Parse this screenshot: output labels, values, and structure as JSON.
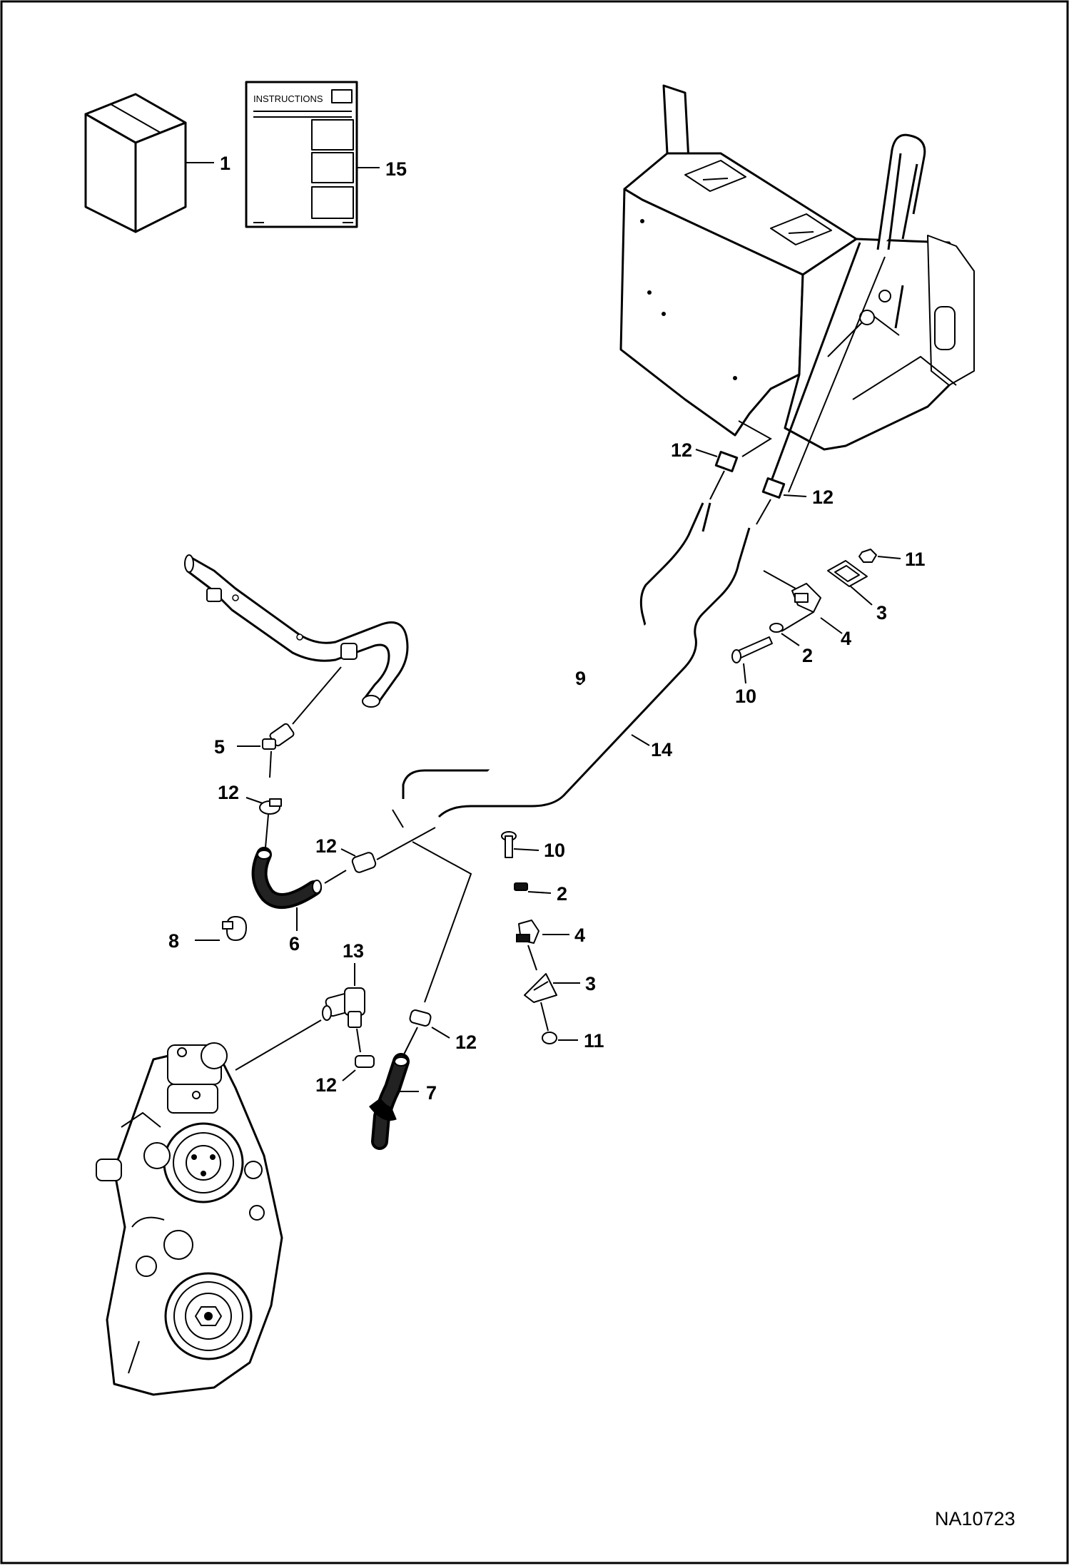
{
  "drawing_number": "NA10723",
  "instructions_label": "INSTRUCTIONS",
  "callouts": {
    "c1": "1",
    "c15": "15",
    "c12a": "12",
    "c12b": "12",
    "c11a": "11",
    "c3a": "3",
    "c4a": "4",
    "c2a": "2",
    "c10a": "10",
    "c9": "9",
    "c14": "14",
    "c5": "5",
    "c12c": "12",
    "c12d": "12",
    "c6": "6",
    "c8": "8",
    "c10b": "10",
    "c2b": "2",
    "c4b": "4",
    "c3b": "3",
    "c13": "13",
    "c12e": "12",
    "c11b": "11",
    "c12f": "12",
    "c7": "7"
  }
}
